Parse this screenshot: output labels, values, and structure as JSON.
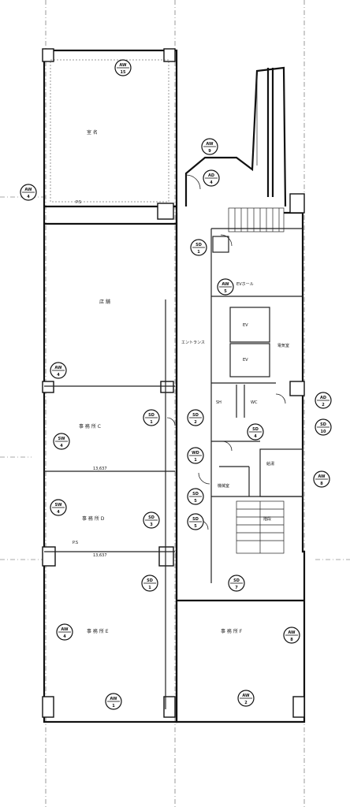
{
  "drawing": {
    "rooms": {
      "top_room": "室 名",
      "mid_room": "店 舗",
      "office_c": "事 務 所 C",
      "office_d": "事 務 所 D",
      "office_e": "事 務 所 E",
      "office_f": "事 務 所 F",
      "corridor": "エントランス",
      "ev_hall": "EVホール",
      "machine": "機械室",
      "ev1": "EV",
      "ev2": "EV",
      "wc": "WC",
      "shower": "SH",
      "pantry": "給湯",
      "elec_room": "電気室",
      "stairs": "階段"
    },
    "dims": {
      "span_top": "13,637",
      "span_bottom": "13,637"
    },
    "ps_labels": {
      "ps_top": "P.S",
      "ps_mid": "P.S"
    },
    "bubbles": {
      "aw_top": [
        "AW",
        "15"
      ],
      "aw_left": [
        "AW",
        "4"
      ],
      "aw_stair": [
        "AW",
        "9"
      ],
      "ad_door": [
        "AD",
        "4"
      ],
      "sd_1": [
        "SD",
        "1"
      ],
      "aw_2": [
        "AW",
        "5"
      ],
      "sd_c": [
        "SD",
        "1"
      ],
      "sd_2": [
        "SD",
        "2"
      ],
      "sw_c": [
        "SW",
        "4"
      ],
      "sd_d": [
        "SD",
        "3"
      ],
      "sw_d": [
        "SW",
        "4"
      ],
      "sd_4": [
        "SD",
        "4"
      ],
      "wd_1": [
        "WD",
        "1"
      ],
      "sd_5": [
        "SD",
        "5"
      ],
      "sd_6": [
        "SD",
        "5"
      ],
      "sd_e": [
        "SD",
        "1"
      ],
      "sd_7": [
        "SD",
        "7"
      ],
      "ad_right": [
        "AD",
        "2"
      ],
      "sd_right": [
        "SD",
        "10"
      ],
      "aw_right": [
        "AW",
        "8"
      ],
      "aw_e": [
        "AW",
        "4"
      ],
      "aw_f": [
        "AW",
        "8"
      ],
      "aw_bot_l": [
        "AW",
        "1"
      ],
      "aw_bot_r": [
        "AW",
        "2"
      ],
      "aw_mid": [
        "AW",
        "4"
      ]
    }
  }
}
